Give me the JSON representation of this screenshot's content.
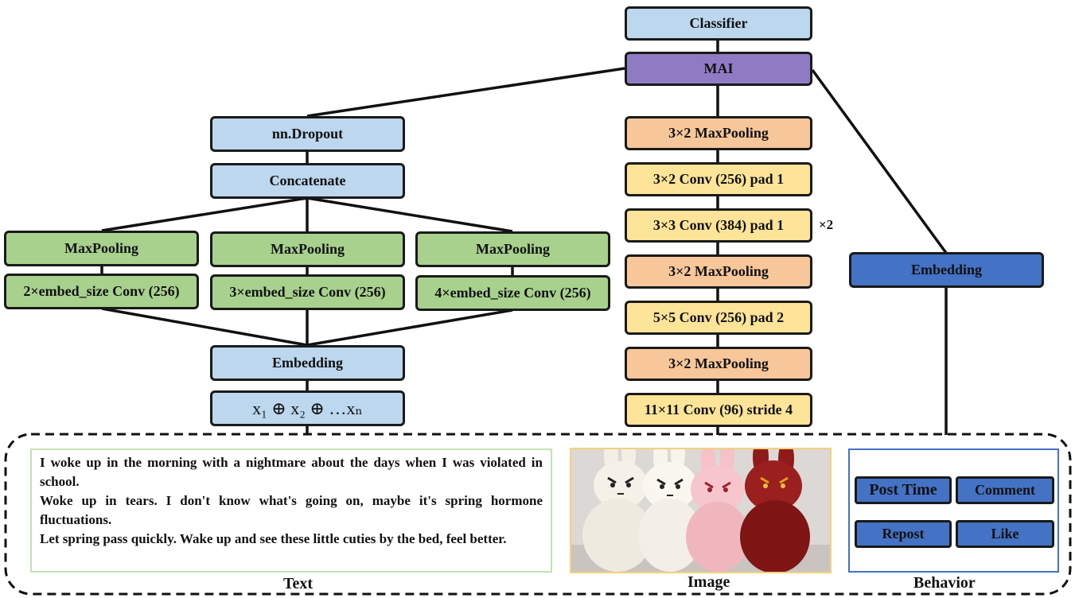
{
  "image_branch": {
    "classifier": "Classifier",
    "mai": "MAI",
    "layers": [
      "3×2 MaxPooling",
      "3×2 Conv (256) pad 1",
      "3×3 Conv (384) pad 1",
      "3×2 MaxPooling",
      "5×5 Conv (256) pad 2",
      "3×2 MaxPooling",
      "11×11 Conv (96) stride 4"
    ],
    "repeat_marker": "×2"
  },
  "text_branch": {
    "dropout": "nn.Dropout",
    "concatenate": "Concatenate",
    "maxpooling": [
      "MaxPooling",
      "MaxPooling",
      "MaxPooling"
    ],
    "convs": [
      "2×embed_size Conv (256)",
      "3×embed_size Conv (256)",
      "4×embed_size Conv (256)"
    ],
    "embedding": "Embedding",
    "input_formula": "x₁ ⊕ x₂ ⊕ …xₙ"
  },
  "behavior_branch": {
    "embedding": "Embedding"
  },
  "inputs": {
    "text_paragraphs": [
      "I woke up in the morning with a nightmare about the days when I was violated in school.",
      "Woke up in tears. I don't know what's going on, maybe it's spring hormone fluctuations.",
      "Let spring pass quickly. Wake up and see these little cuties by the bed, feel better."
    ],
    "behavior_buttons": [
      "Post Time",
      "Comment",
      "Repost",
      "Like"
    ],
    "labels": {
      "text": "Text",
      "image": "Image",
      "behavior": "Behavior"
    }
  },
  "colors": {
    "light_blue": "#bcd7ee",
    "purple": "#8f7bc4",
    "orange": "#f7c79a",
    "yellow": "#fde498",
    "green": "#a8d18d",
    "dark_blue": "#4472c4"
  }
}
